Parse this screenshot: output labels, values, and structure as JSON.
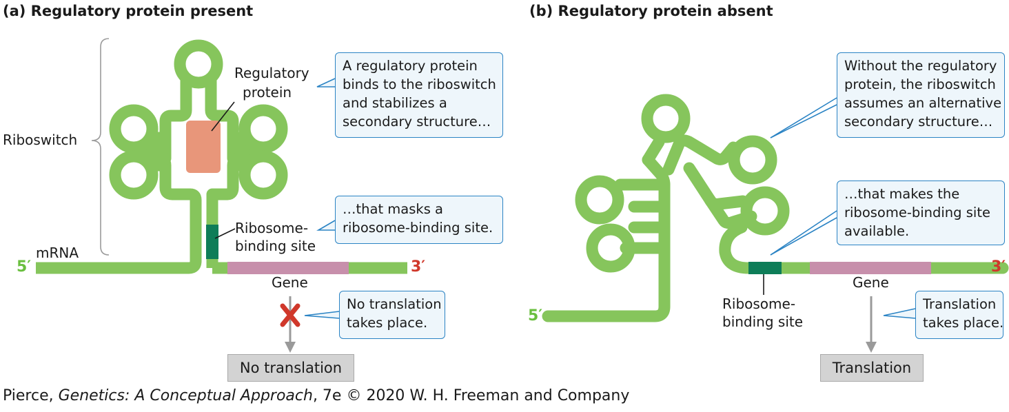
{
  "colors": {
    "rna": "#86c55c",
    "rbs": "#0e7d58",
    "gene": "#c78fab",
    "protein": "#e8967a",
    "five_prime": "#6abf3f",
    "three_prime": "#d0382b",
    "callout_border": "#2a83c4",
    "cross": "#d0382b"
  },
  "panel_a": {
    "title": "(a)  Regulatory protein present",
    "riboswitch_label": "Riboswitch",
    "mrna_label": "mRNA",
    "protein_label": [
      "Regulatory",
      "protein"
    ],
    "rbs_label": [
      "Ribosome-",
      "binding site"
    ],
    "five_prime": "5′",
    "three_prime": "3′",
    "gene_label": "Gene",
    "callout1": [
      "A regulatory protein",
      "binds to the riboswitch",
      "and stabilizes a",
      "secondary structure…"
    ],
    "callout2": [
      "…that masks a",
      "ribosome-binding site."
    ],
    "callout3": [
      "No translation",
      "takes place."
    ],
    "outcome": "No translation"
  },
  "panel_b": {
    "title": "(b)  Regulatory protein absent",
    "five_prime": "5′",
    "three_prime": "3′",
    "rbs_label": [
      "Ribosome-",
      "binding site"
    ],
    "gene_label": "Gene",
    "callout1": [
      "Without the regulatory",
      "protein, the riboswitch",
      "assumes an alternative",
      "secondary structure…"
    ],
    "callout2": [
      "…that makes the",
      "ribosome-binding site",
      "available."
    ],
    "callout3": [
      "Translation",
      "takes place."
    ],
    "outcome": "Translation"
  },
  "credit": {
    "author": "Pierce, ",
    "book": "Genetics: A Conceptual Approach",
    "rest": ", 7e © 2020 W. H. Freeman and Company"
  }
}
